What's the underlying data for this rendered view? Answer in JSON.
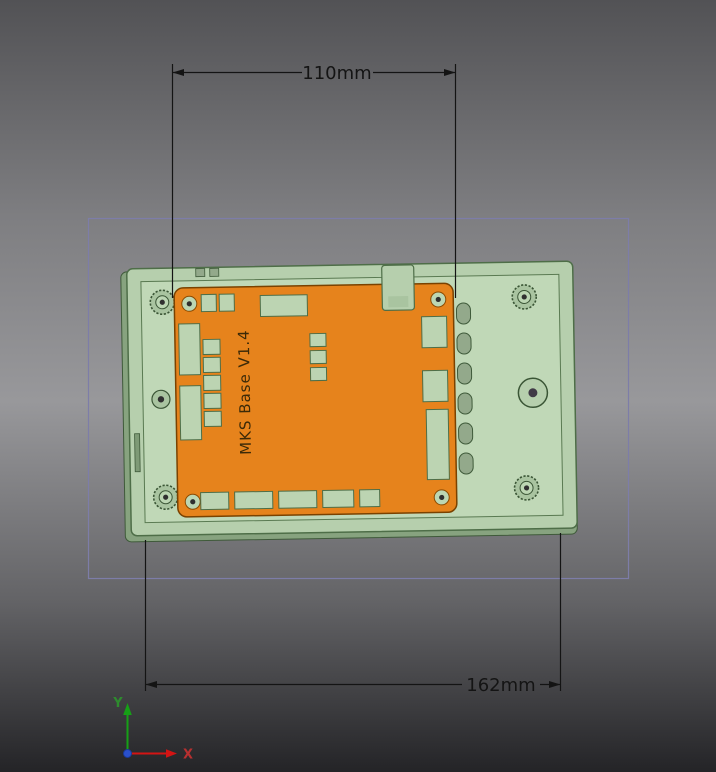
{
  "viewport": {
    "bg_top": "#525255",
    "bg_mid": "#98989b",
    "bg_bottom": "#242427"
  },
  "selection_box": {
    "color": "#7d7da8"
  },
  "model": {
    "enclosure_fill": "#b6cfad",
    "enclosure_floor": "#c0d8b7",
    "enclosure_stroke": "#4e6e48",
    "enclosure_shadow": "#87a37f",
    "pcb_fill": "#e6831c",
    "pcb_stroke": "#7a4200",
    "pcb_label": "MKS Base V1.4",
    "connector_fill": "#bcd4b2"
  },
  "dimensions": {
    "top": "110mm",
    "bottom": "162mm",
    "color": "#141414"
  },
  "axis_gizmo": {
    "x": "X",
    "y": "Y",
    "x_color": "#d41414",
    "y_color": "#16a016",
    "x_label_color": "#b83030",
    "y_label_color": "#2e8b2e",
    "origin_color": "#2a50cc"
  }
}
